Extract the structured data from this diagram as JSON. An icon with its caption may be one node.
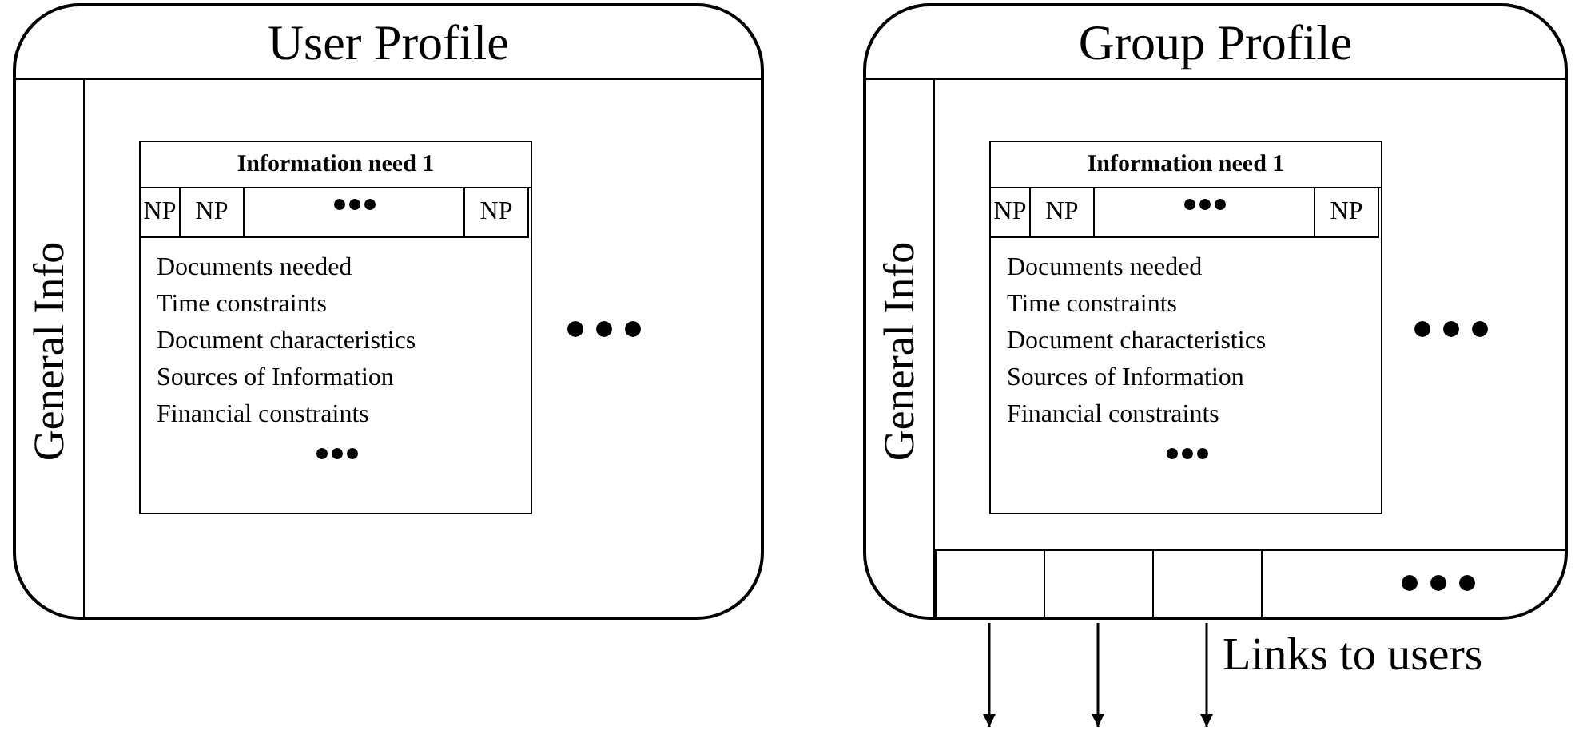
{
  "diagram": {
    "nodes": [
      {
        "text": [
          "User Profile"
        ]
      },
      {
        "text": [
          "General Info"
        ],
        "in": 0
      },
      {
        "text": [
          "Information need 1",
          "Documents needed",
          "Time constraints",
          "Document characteristics",
          "Sources of Information",
          "Financial constraints"
        ],
        "in": 0
      },
      {
        "text": [
          "NP"
        ],
        "in": 2
      },
      {
        "text": [
          "NP"
        ],
        "in": 2
      },
      {
        "text": [
          "NP"
        ],
        "in": 2
      },
      {
        "text": [
          "Group Profile"
        ]
      },
      {
        "text": [
          "General Info"
        ],
        "in": 6
      },
      {
        "text": [
          "Information need 1",
          "Documents needed",
          "Time constraints",
          "Document characteristics",
          "Sources of Information",
          "Financial constraints"
        ],
        "in": 6
      },
      {
        "text": [
          "NP"
        ],
        "in": 8
      },
      {
        "text": [
          "NP"
        ],
        "in": 8
      },
      {
        "text": [
          "NP"
        ],
        "in": 8
      },
      {
        "text": [],
        "shape": "box",
        "in": 6
      },
      {
        "text": [],
        "shape": "box",
        "in": 6
      },
      {
        "text": [],
        "shape": "box",
        "in": 6
      },
      {
        "text": [],
        "shape": "box",
        "in": 6
      }
    ],
    "edges": [
      {
        "from": 12,
        "to": null,
        "arrow": "to"
      },
      {
        "from": 13,
        "to": null,
        "arrow": "to"
      },
      {
        "from": 14,
        "to": null,
        "arrow": "to"
      }
    ],
    "labels": [
      "Links to users"
    ]
  }
}
